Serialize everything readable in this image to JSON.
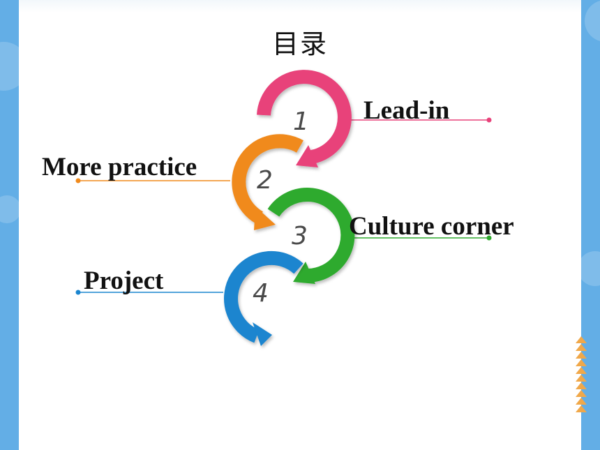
{
  "title": "目录",
  "items": [
    {
      "number": "1",
      "label": "Lead-in",
      "color": "#e8427a"
    },
    {
      "number": "2",
      "label": "More practice",
      "color": "#f08a1c"
    },
    {
      "number": "3",
      "label": "Culture corner",
      "color": "#2faa2e"
    },
    {
      "number": "4",
      "label": "Project",
      "color": "#1a85cf"
    }
  ],
  "theme": {
    "border_color": "#63aee6",
    "arrow_stack_color": "#f0a84a"
  }
}
